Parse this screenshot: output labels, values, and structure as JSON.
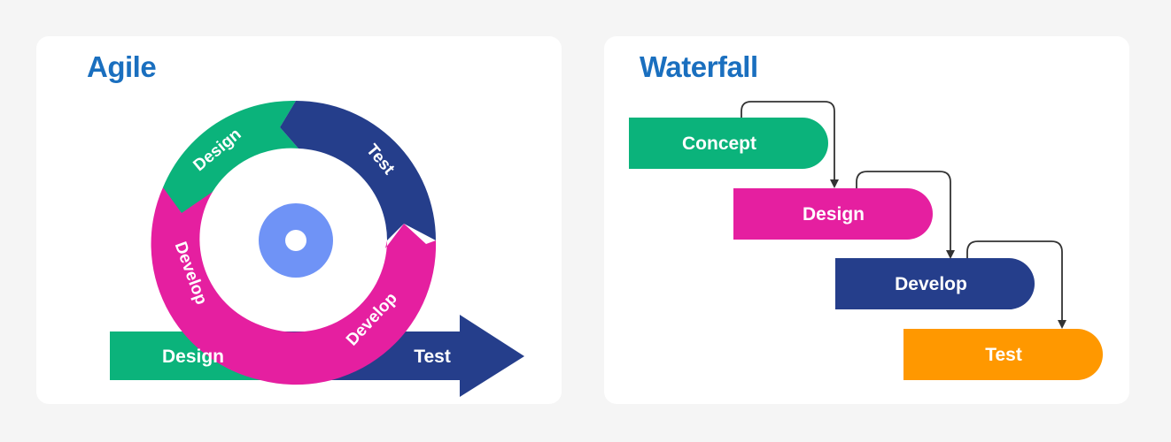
{
  "agile": {
    "title": "Agile",
    "cycle": {
      "design": "Design",
      "test": "Test",
      "develop_left": "Develop",
      "develop_right": "Develop"
    },
    "arrow": {
      "design": "Design",
      "test": "Test"
    }
  },
  "waterfall": {
    "title": "Waterfall",
    "steps": [
      "Concept",
      "Design",
      "Develop",
      "Test"
    ]
  },
  "colors": {
    "green": "#0bb37b",
    "pink": "#e51fa0",
    "navy": "#253e8b",
    "orange": "#ff9800",
    "center": "#6f93f6",
    "title": "#1a6fbf",
    "connector": "#333333"
  }
}
